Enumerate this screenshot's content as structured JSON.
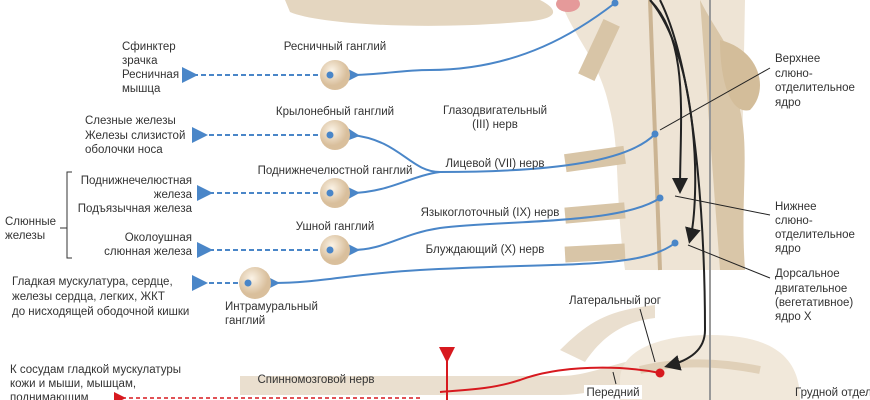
{
  "colors": {
    "parasympathetic": "#4a86c8",
    "sympathetic": "#d7191f",
    "tissue": "#eadfcf",
    "tissue_dark": "#d6c2a8",
    "line": "#222222"
  },
  "ganglia": {
    "ciliary": "Ресничный ганглий",
    "pterygopalatine": "Крылонебный ганглий",
    "submandibular": "Поднижнечелюстной ганглий",
    "otic": "Ушной ганглий",
    "intramural": [
      "Интрамуральный",
      "ганглий"
    ]
  },
  "targets": {
    "ciliary": [
      "Сфинктер",
      "зрачка",
      "Ресничная",
      "мышца"
    ],
    "pterygopalatine": [
      "Слезные железы",
      "Железы слизистой",
      "оболочки носа"
    ],
    "salivary_group": [
      "Слюнные",
      "железы"
    ],
    "submandibular": [
      "Поднижнечелюстная",
      "железа",
      "Подъязычная железа"
    ],
    "parotid": [
      "Околоушная",
      "слюнная железа"
    ],
    "vagal": [
      "Гладкая мускулатура, сердце,",
      "железы сердца, легких, ЖКТ",
      "до нисходящей ободочной кишки"
    ],
    "sympathetic": [
      "К сосудам гладкой мускулатуры",
      "кожи и мыши, мышцам,",
      "поднимающим"
    ]
  },
  "nerves": {
    "oculomotor": [
      "Глазодвигательный",
      "(III) нерв"
    ],
    "facial": "Лицевой (VII) нерв",
    "glossopharyngeal": "Языкоглоточный (IX) нерв",
    "vagus": "Блуждающий (X) нерв",
    "spinal": "Спинномозговой нерв",
    "anterior": "Передний"
  },
  "nuclei": {
    "superior_salivatory": [
      "Верхнее",
      "слюно-",
      "отделительное",
      "ядро"
    ],
    "inferior_salivatory": [
      "Нижнее",
      "слюно-",
      "отделительное",
      "ядро"
    ],
    "dorsal_vagal": [
      "Дорсальное",
      "двигательное",
      "(вегетативное)",
      "ядро X"
    ]
  },
  "spinal": {
    "lateral_horn": "Латеральный рог",
    "thoracic": "Грудной отдел"
  }
}
